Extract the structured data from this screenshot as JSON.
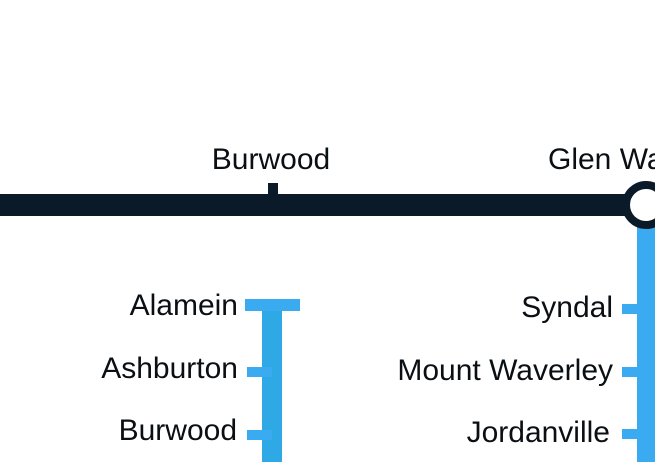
{
  "colors": {
    "main_line": "#0a1a28",
    "branch_line": "#3aabf0",
    "branch_line_alt": "#2ea9e6",
    "interchange_fill": "#ffffff",
    "text": "#0a0f14"
  },
  "main_line": {
    "stations": [
      {
        "name": "Burwood",
        "type": "stop"
      },
      {
        "name": "Glen Waverley",
        "visible_text": "Glen Wa",
        "type": "interchange"
      }
    ]
  },
  "alamein_branch": {
    "stations": [
      {
        "name": "Alamein",
        "type": "terminus"
      },
      {
        "name": "Ashburton",
        "type": "stop"
      },
      {
        "name": "Burwood",
        "type": "stop"
      }
    ]
  },
  "glen_waverley_branch": {
    "stations": [
      {
        "name": "Syndal",
        "type": "stop"
      },
      {
        "name": "Mount Waverley",
        "type": "stop"
      },
      {
        "name": "Jordanville",
        "type": "stop"
      }
    ]
  }
}
